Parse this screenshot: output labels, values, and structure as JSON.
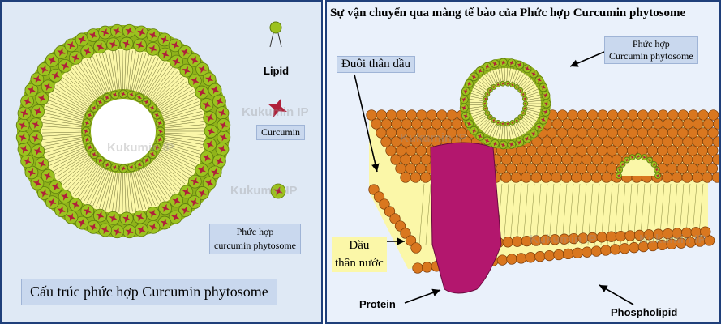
{
  "left_panel": {
    "legend_lipid": "Lipid",
    "legend_curcumin": "Curcumin",
    "legend_complex_line1": "Phức hợp",
    "legend_complex_line2": "curcumin phytosome",
    "caption": "Cấu trúc phức hợp Curcumin phytosome"
  },
  "right_panel": {
    "title": "Sự  vận chuyển qua màng tế bào của Phức hợp Curcumin phytosome",
    "complex_label_line1": "Phức hợp",
    "complex_label_line2": "Curcumin phytosome",
    "tail_label": "Đuôi thân dầu",
    "head_label_line1": "Đầu",
    "head_label_line2": "thân nước",
    "protein_label": "Protein",
    "phospholipid_label": "Phospholipid"
  },
  "watermark": "Kukumin IP",
  "colors": {
    "phytosome_head": "#9cc21f",
    "curcumin_star": "#b0203a",
    "lipid_tail_area": "#fbf7a8",
    "membrane_head": "#d9771f",
    "protein": "#b3176e",
    "panel_border": "#1f3f7a",
    "label_box": "#c9d8ee"
  }
}
